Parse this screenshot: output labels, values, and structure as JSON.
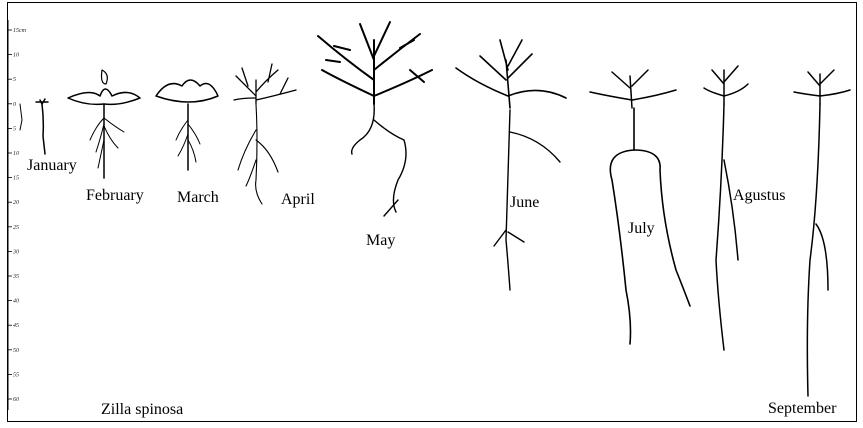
{
  "axis": {
    "unit": "cm",
    "ticks": [
      "15",
      "10",
      "5",
      "0",
      "5",
      "10",
      "15",
      "20",
      "25",
      "30",
      "35",
      "40",
      "45",
      "50",
      "55",
      "60"
    ]
  },
  "months": [
    "January",
    "February",
    "March",
    "April",
    "May",
    "June",
    "July",
    "Agustus",
    "September"
  ],
  "species": "Zilla spinosa"
}
